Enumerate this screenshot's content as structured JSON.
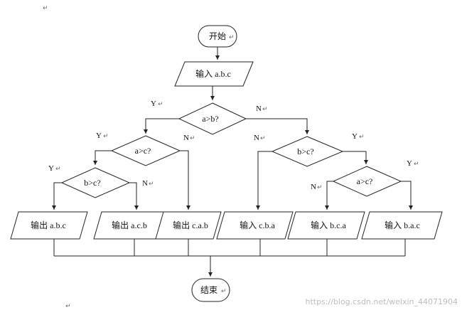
{
  "nodes": {
    "start": "开始",
    "input_abc": "输入 a.b.c",
    "cond_ab": "a>b?",
    "cond_ac_left": "a>c?",
    "cond_bc_left": "b>c?",
    "cond_bc_right": "b>c?",
    "cond_ac_right": "a>c?",
    "out_abc": "输出 a.b.c",
    "out_acb": "输出 a.c.b",
    "out_cab": "输出 c.a.b",
    "in_cba": "输入 c.b.a",
    "in_bca": "输入 b.c.a",
    "in_bac": "输入 b.a.c",
    "end": "结束"
  },
  "branch": {
    "yes": "Y",
    "no": "N"
  },
  "marks": {
    "return": "↵"
  },
  "watermark": "https://blog.csdn.net/weixin_44071904"
}
